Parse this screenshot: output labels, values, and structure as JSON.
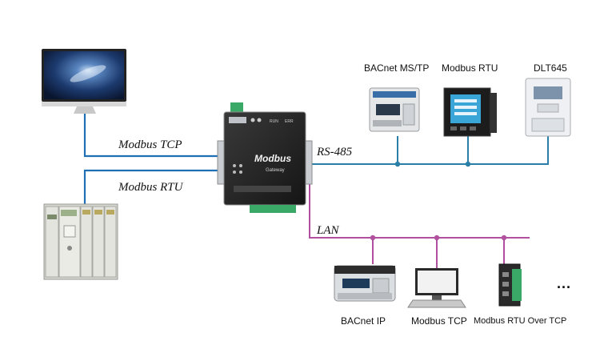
{
  "connections": {
    "modbus_tcp": "Modbus TCP",
    "modbus_rtu": "Modbus RTU",
    "rs485": "RS-485",
    "lan": "LAN"
  },
  "gateway": {
    "brand": "Modbus",
    "sub": "Gateway",
    "run_label": "RUN",
    "err_label": "ERR"
  },
  "rs485_devices": {
    "bacnet_mstp": "BACnet MS/TP",
    "modbus_rtu": "Modbus RTU",
    "dlt645": "DLT645"
  },
  "lan_devices": {
    "bacnet_ip": "BACnet IP",
    "modbus_tcp": "Modbus TCP",
    "modbus_rtu_over_tcp": "Modbus RTU Over TCP"
  },
  "more_indicator": "...",
  "colors": {
    "blue_line": "#1f6fb5",
    "rs485_line": "#2a7fa8",
    "lan_line": "#b0509e"
  }
}
